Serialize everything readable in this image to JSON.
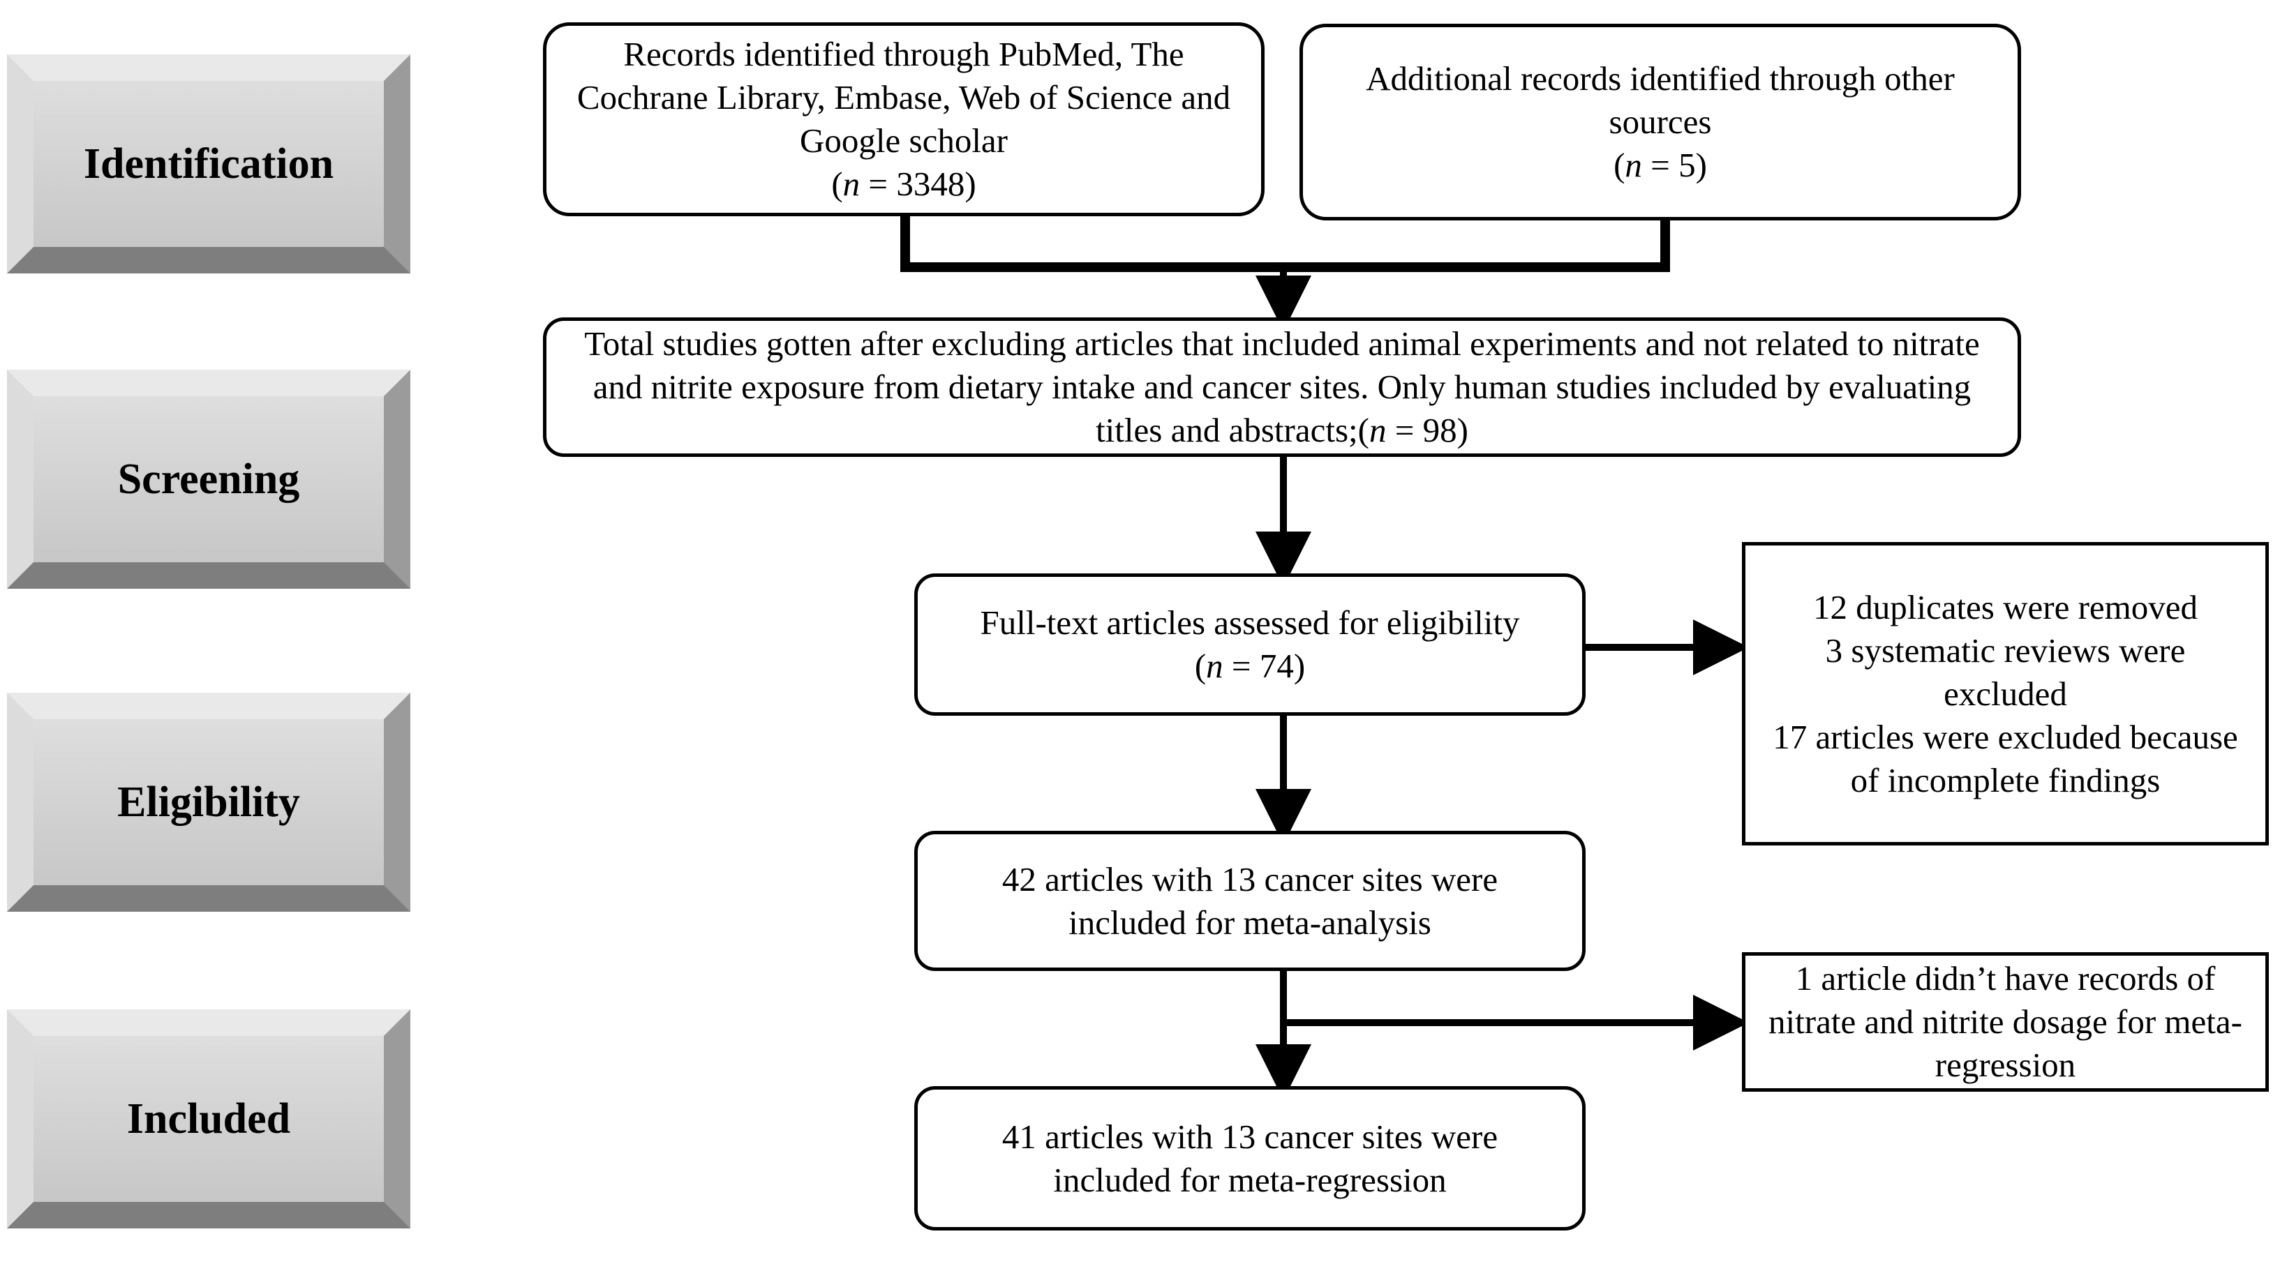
{
  "stages": [
    "Identification",
    "Screening",
    "Eligibility",
    "Included"
  ],
  "boxes": {
    "pubmed": {
      "text": "Records identified through PubMed, The Cochrane Library, Embase, Web of Science and Google scholar",
      "n": "3348"
    },
    "other": {
      "text": "Additional records identified through other sources",
      "n": "5"
    },
    "screening": {
      "text": "Total studies gotten after excluding articles that included animal experiments and not related to nitrate and nitrite exposure from dietary intake and  cancer sites. Only human studies included by evaluating titles and abstracts;",
      "n": "98"
    },
    "fulltext": {
      "text": "Full-text articles assessed for eligibility",
      "n": "74"
    },
    "excluded": {
      "lines": [
        "12 duplicates were removed",
        "3 systematic reviews were excluded",
        "17 articles were excluded because of incomplete findings"
      ]
    },
    "meta_analysis": {
      "text": "42 articles with 13 cancer sites were included for meta-analysis"
    },
    "no_dosage": {
      "text": "1 article didn’t have records of nitrate and nitrite dosage for meta-regression"
    },
    "meta_regression": {
      "text": "41 articles with 13 cancer sites were included for meta-regression"
    }
  },
  "n_symbol": "n",
  "n_prefix": "(",
  "n_equals": " = ",
  "n_suffix": ")"
}
